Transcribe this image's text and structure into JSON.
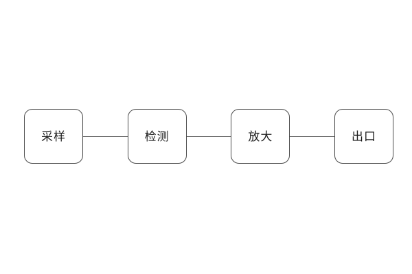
{
  "diagram": {
    "type": "flowchart",
    "direction": "left-to-right",
    "nodes": [
      {
        "id": "sampling",
        "label": "采样"
      },
      {
        "id": "detection",
        "label": "检测"
      },
      {
        "id": "amplification",
        "label": "放大"
      },
      {
        "id": "output",
        "label": "出口"
      }
    ],
    "connections": [
      {
        "from": "采样",
        "to": "检测"
      },
      {
        "from": "检测",
        "to": "放大"
      },
      {
        "from": "放大",
        "to": "出口"
      }
    ],
    "colors": {
      "box_border": "#4a4a4a",
      "box_background": "#ffffff",
      "connector_line": "#4a4a4a",
      "text": "#1a1a1a",
      "page_background": "#ffffff"
    }
  }
}
